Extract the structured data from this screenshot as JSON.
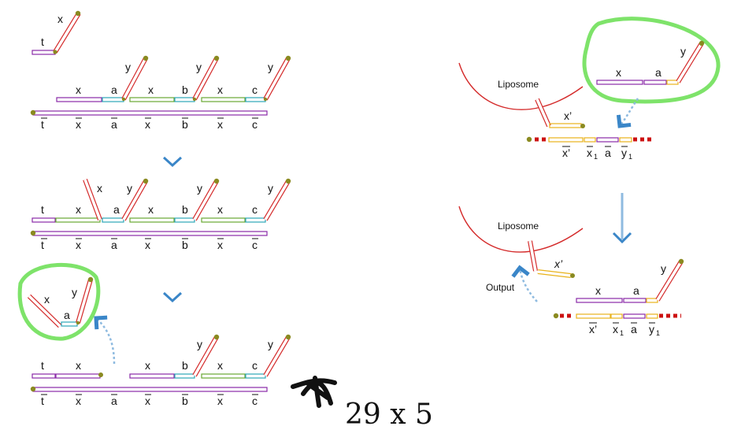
{
  "colors": {
    "purple": "#8a2aa8",
    "green": "#69a832",
    "cyan": "#2ba6b8",
    "red": "#d42a2a",
    "yellow": "#e8b21a",
    "olive": "#8a8a20",
    "highlight": "#7ee36a",
    "arrow_blue": "#3a86c8",
    "dashed_red": "#cc1111"
  },
  "domains": {
    "t": "t",
    "x": "x",
    "a": "a",
    "b": "b",
    "c": "c",
    "y": "y",
    "x_prime": "x’",
    "x1": "x",
    "y1": "y",
    "sub1": "1"
  },
  "right_panel": {
    "liposome_label": "Liposome",
    "output_label": "Output"
  },
  "handwriting": "29 x 5"
}
